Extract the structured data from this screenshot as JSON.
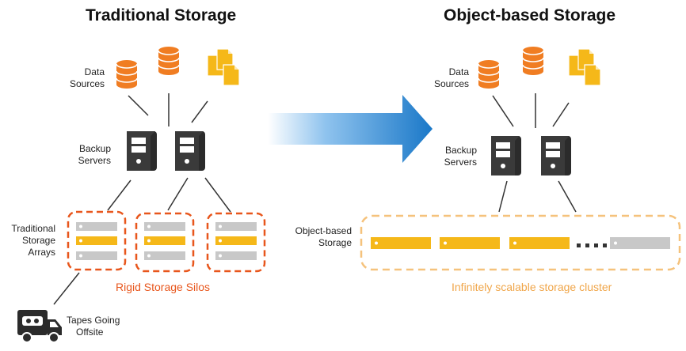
{
  "left": {
    "title": "Traditional Storage",
    "labels": {
      "data_sources_line1": "Data",
      "data_sources_line2": "Sources",
      "backup_servers_line1": "Backup",
      "backup_servers_line2": "Servers",
      "arrays_line1": "Traditional",
      "arrays_line2": "Storage",
      "arrays_line3": "Arrays",
      "tapes_line1": "Tapes Going",
      "tapes_line2": "Offsite"
    },
    "caption": "Rigid Storage Silos"
  },
  "right": {
    "title": "Object-based Storage",
    "labels": {
      "data_sources_line1": "Data",
      "data_sources_line2": "Sources",
      "backup_servers_line1": "Backup",
      "backup_servers_line2": "Servers",
      "storage_line1": "Object-based",
      "storage_line2": "Storage"
    },
    "caption": "Infinitely scalable storage cluster"
  },
  "colors": {
    "orange_db": "#f07d22",
    "doc_yellow": "#f5b819",
    "server": "#2b2b2b",
    "silo_border": "#e8561c",
    "cluster_border": "#f5c27c",
    "drive_yellow": "#f5b819",
    "drive_gray": "#c8c8c8",
    "arrow": "#1a78c8",
    "caption_left": "#e8561c",
    "caption_right": "#f0a64a"
  },
  "icons": [
    "database-icon",
    "documents-icon",
    "server-icon",
    "drive-icon",
    "truck-icon",
    "arrow-icon"
  ]
}
